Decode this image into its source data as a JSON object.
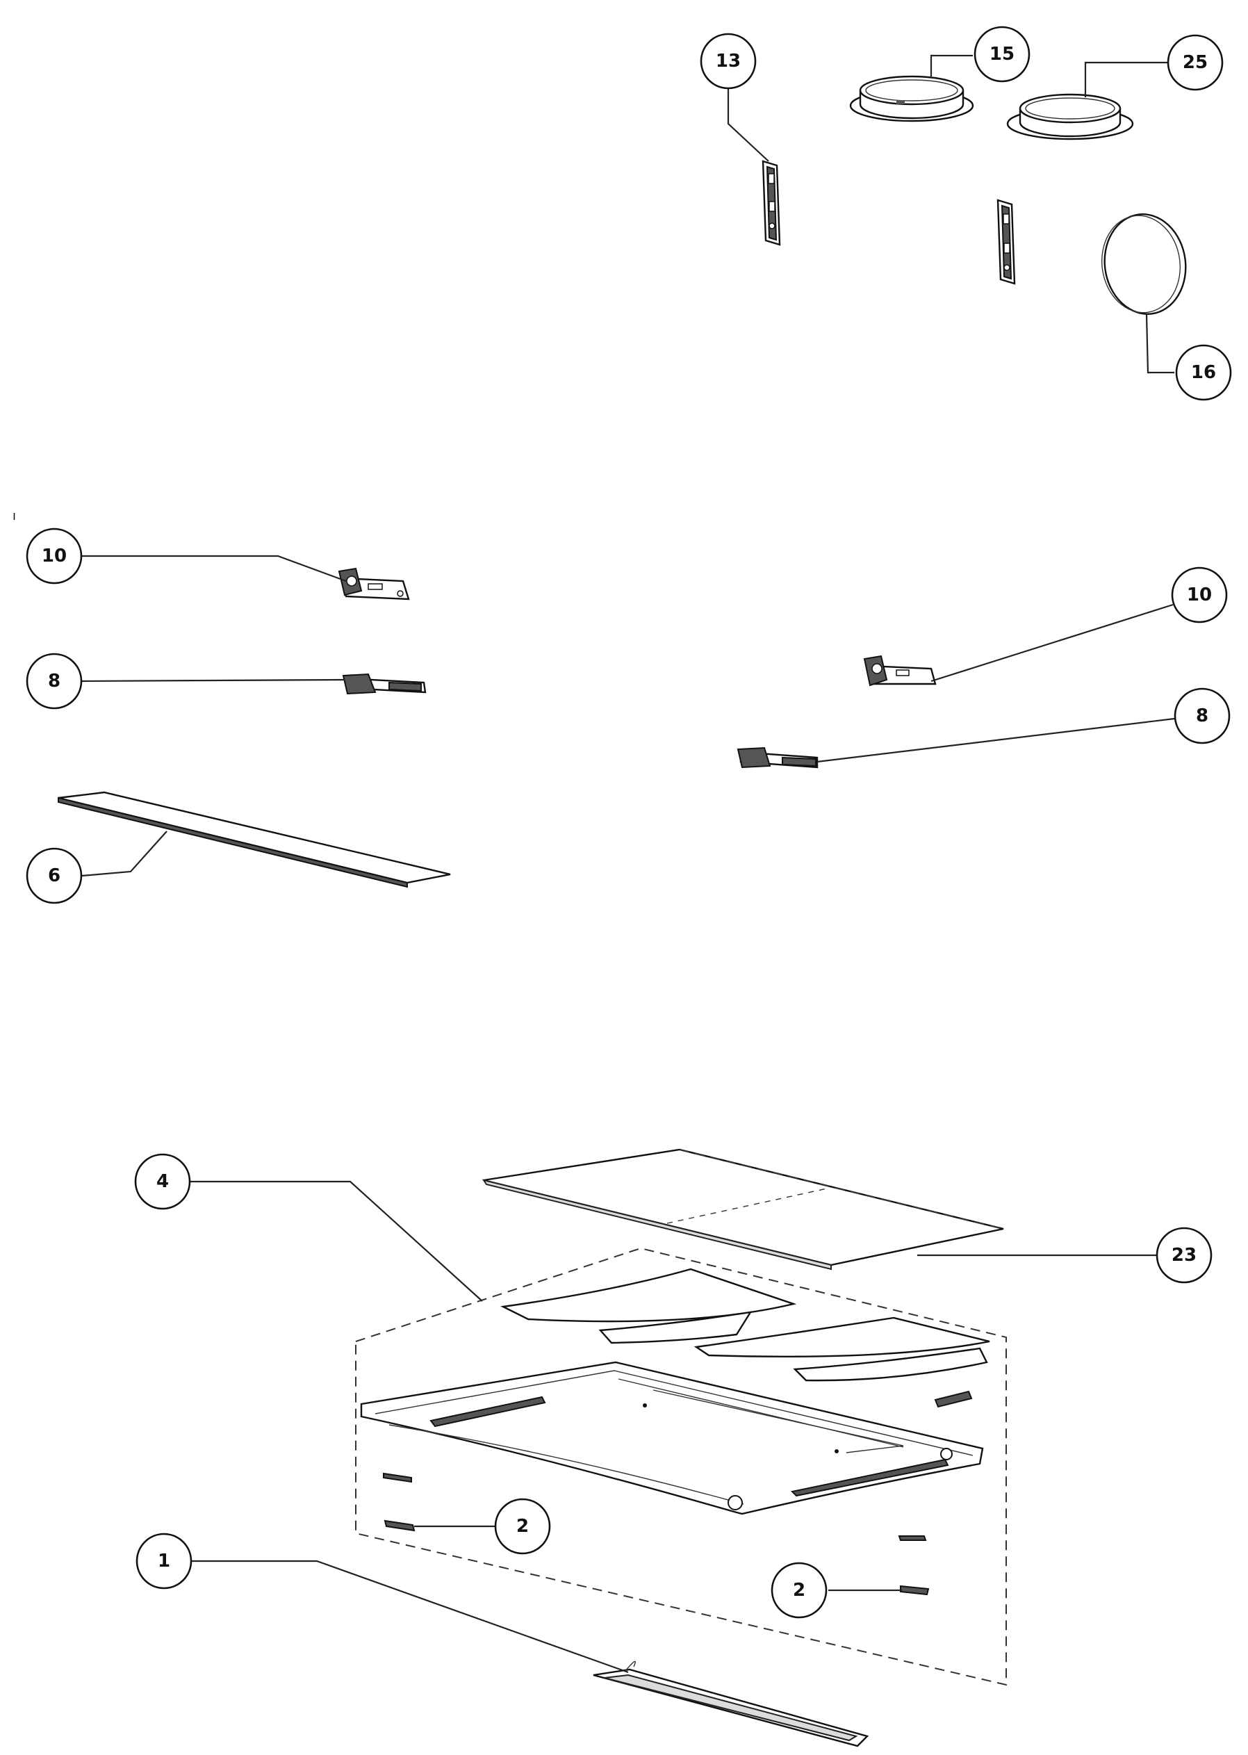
{
  "diagram": {
    "callouts": [
      {
        "id": "c13",
        "label": "13"
      },
      {
        "id": "c15",
        "label": "15"
      },
      {
        "id": "c25",
        "label": "25"
      },
      {
        "id": "c16",
        "label": "16"
      },
      {
        "id": "c10a",
        "label": "10"
      },
      {
        "id": "c8a",
        "label": "8"
      },
      {
        "id": "c6",
        "label": "6"
      },
      {
        "id": "c10b",
        "label": "10"
      },
      {
        "id": "c8b",
        "label": "8"
      },
      {
        "id": "c4",
        "label": "4"
      },
      {
        "id": "c23",
        "label": "23"
      },
      {
        "id": "c2a",
        "label": "2"
      },
      {
        "id": "c1",
        "label": "1"
      },
      {
        "id": "c2b",
        "label": "2"
      }
    ]
  }
}
